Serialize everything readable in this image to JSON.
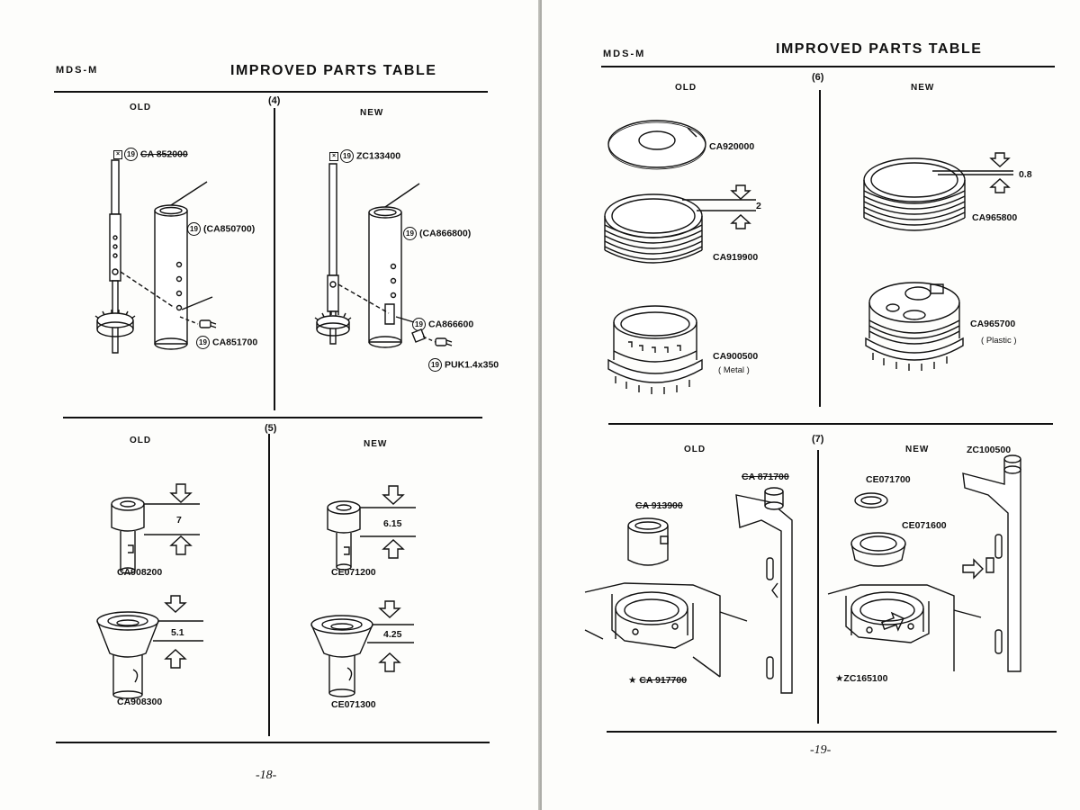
{
  "left_page": {
    "header_code": "MDS-M",
    "header_title": "IMPROVED PARTS TABLE",
    "folio": "-18-",
    "sec4": {
      "number": "(4)",
      "old_label": "OLD",
      "new_label": "NEW",
      "old_shaft_index": "19",
      "old_shaft_part": "CA 852000",
      "old_tube_index": "19",
      "old_tube_part": "(CA850700)",
      "old_screw_index": "19",
      "old_screw_part": "CA851700",
      "new_shaft_index": "19",
      "new_shaft_part": "ZC133400",
      "new_tube_index": "19",
      "new_tube_part": "(CA866800)",
      "new_clip_index": "19",
      "new_clip_part": "CA866600",
      "new_screw_index": "19",
      "new_screw_part": "PUK1.4x350"
    },
    "sec5": {
      "number": "(5)",
      "old_label": "OLD",
      "new_label": "NEW",
      "old_top_dim": "7",
      "old_top_part": "CA908200",
      "old_bot_dim": "5.1",
      "old_bot_part": "CA908300",
      "new_top_dim": "6.15",
      "new_top_part": "CE071200",
      "new_bot_dim": "4.25",
      "new_bot_part": "CE071300"
    }
  },
  "right_page": {
    "header_code": "MDS-M",
    "header_title": "IMPROVED PARTS TABLE",
    "folio": "-19-",
    "sec6": {
      "number": "(6)",
      "old_label": "OLD",
      "new_label": "NEW",
      "old_disc_part": "CA920000",
      "old_ring_dim": "2",
      "old_ring_part": "CA919900",
      "old_base_part": "CA900500",
      "old_base_note": "Metal",
      "new_ring_dim": "0.8",
      "new_ring_part": "CA965800",
      "new_base_part": "CA965700",
      "new_base_note": "Plastic"
    },
    "sec7": {
      "number": "(7)",
      "old_label": "OLD",
      "new_label": "NEW",
      "old_bracket_part": "CA 871700",
      "old_sleeve_part": "CA 913900",
      "old_base_part": "CA 917700",
      "new_bracket_part": "ZC100500",
      "new_washer_part": "CE071700",
      "new_sleeve_part": "CE071600",
      "new_base_part": "ZC165100",
      "star": "★"
    }
  }
}
